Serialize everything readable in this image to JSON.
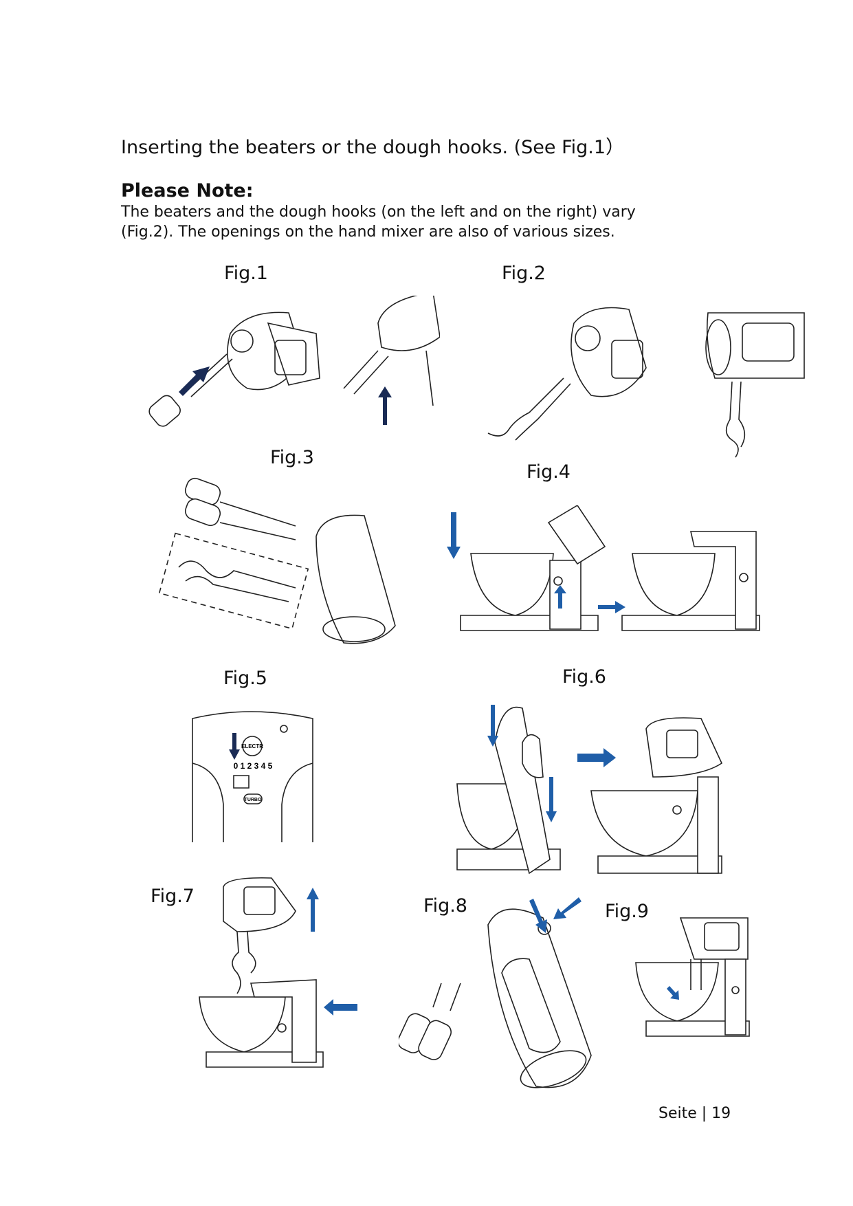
{
  "intro": "Inserting the beaters or the dough hooks. (See Fig.1）",
  "note": {
    "heading": "Please Note:",
    "line1": " The beaters and the dough hooks (on the left and on the right) vary",
    "line2": "(Fig.2). The openings on the hand mixer are also of various sizes."
  },
  "figures": {
    "fig1": "Fig.1",
    "fig2": "Fig.2",
    "fig3": "Fig.3",
    "fig4": "Fig.4",
    "fig5": "Fig.5",
    "fig6": "Fig.6",
    "fig7": "Fig.7",
    "fig8": "Fig.8",
    "fig9": "Fig.9"
  },
  "fig5_panel": {
    "brand_badge": "ELECTR",
    "speed_scale": "0 1 2 3 4 5",
    "turbo_badge": "TURBO"
  },
  "footer": {
    "page": "Seite | 19"
  },
  "colors": {
    "arrow_dark": "#1a2b55",
    "arrow_blue": "#1f5ea8"
  }
}
